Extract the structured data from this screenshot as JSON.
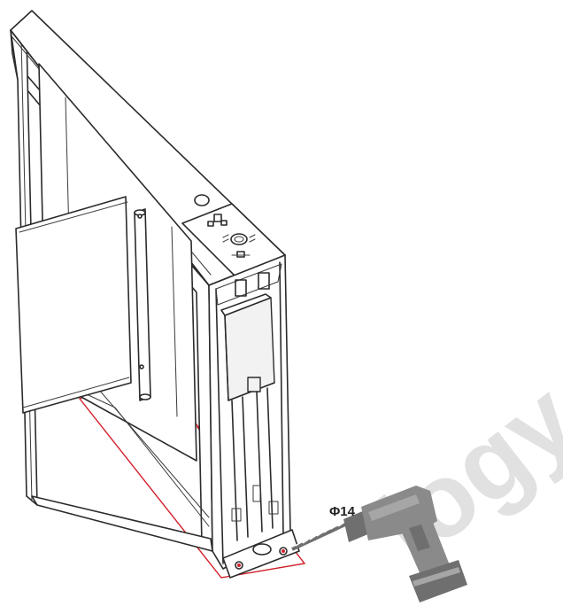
{
  "labels": {
    "bit_size": "Φ14"
  },
  "watermark": {
    "text": "logy"
  },
  "colors": {
    "line": "#2b2b2b",
    "drill_mark": "#d21f2a",
    "drill": "#8a8a8a",
    "watermark": "#c9c9c9"
  },
  "icons": [
    "turnstile-cabinet",
    "swing-barrier-panel",
    "control-panel",
    "electric-drill",
    "anchor-bolt-hole"
  ]
}
